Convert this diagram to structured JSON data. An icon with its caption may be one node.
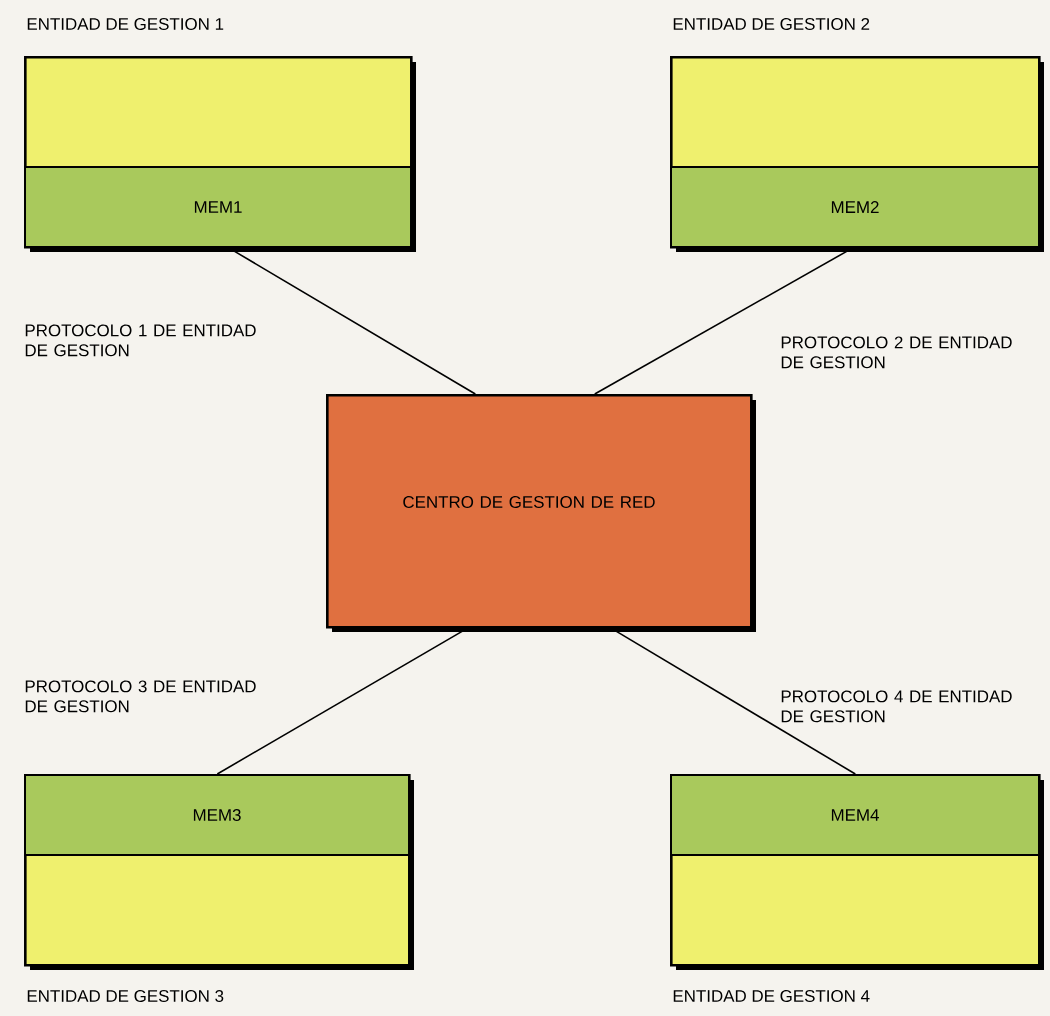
{
  "diagram": {
    "nodes": [
      {
        "text": [
          "ENTIDAD DE GESTION 1"
        ]
      },
      {
        "text": [
          "MEM1"
        ],
        "in": 0
      },
      {
        "text": [
          "ENTIDAD DE GESTION 2"
        ]
      },
      {
        "text": [
          "MEM2"
        ],
        "in": 2
      },
      {
        "text": [
          "CENTRO DE GESTION DE RED"
        ]
      },
      {
        "text": [
          "ENTIDAD DE GESTION 3"
        ]
      },
      {
        "text": [
          "MEM3"
        ],
        "in": 5
      },
      {
        "text": [
          "ENTIDAD DE GESTION 4"
        ]
      },
      {
        "text": [
          "MEM4"
        ],
        "in": 7
      }
    ],
    "edges": [
      {
        "from": 0,
        "to": 4,
        "arrow": "none",
        "label": "PROTOCOLO 1 DE ENTIDAD DE GESTION"
      },
      {
        "from": 2,
        "to": 4,
        "arrow": "none",
        "label": "PROTOCOLO 2 DE ENTIDAD DE GESTION"
      },
      {
        "from": 4,
        "to": 5,
        "arrow": "none",
        "label": "PROTOCOLO 3 DE ENTIDAD DE GESTION"
      },
      {
        "from": 4,
        "to": 7,
        "arrow": "none",
        "label": "PROTOCOLO 4 DE ENTIDAD DE GESTION"
      }
    ]
  }
}
